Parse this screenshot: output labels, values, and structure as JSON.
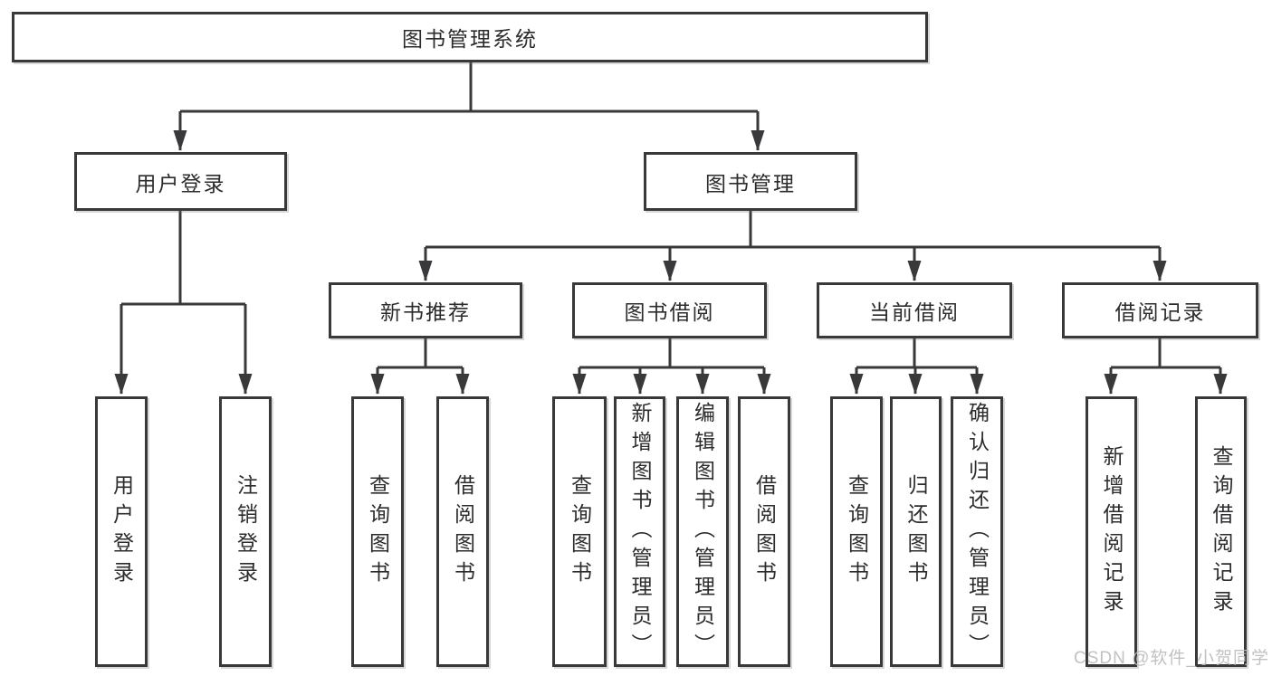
{
  "colors": {
    "background": "#ffffff",
    "line": "#39393b",
    "box_border": "#39393b",
    "text": "#2c2c2e",
    "watermark": "#bcbcbc"
  },
  "tree": {
    "root": {
      "label": "图书管理系统"
    },
    "branches": [
      {
        "label": "用户登录",
        "children": [
          {
            "label": "用户登录"
          },
          {
            "label": "注销登录"
          }
        ]
      },
      {
        "label": "图书管理",
        "children": [
          {
            "label": "新书推荐",
            "children": [
              {
                "label": "查询图书"
              },
              {
                "label": "借阅图书"
              }
            ]
          },
          {
            "label": "图书借阅",
            "children": [
              {
                "label": "查询图书"
              },
              {
                "label": "新增图书（管理员）"
              },
              {
                "label": "编辑图书（管理员）"
              },
              {
                "label": "借阅图书"
              }
            ]
          },
          {
            "label": "当前借阅",
            "children": [
              {
                "label": "查询图书"
              },
              {
                "label": "归还图书"
              },
              {
                "label": "确认归还（管理员）"
              }
            ]
          },
          {
            "label": "借阅记录",
            "children": [
              {
                "label": "新增借阅记录"
              },
              {
                "label": "查询借阅记录"
              }
            ]
          }
        ]
      }
    ]
  },
  "watermark": {
    "text": "CSDN @软件_小贺同学"
  }
}
